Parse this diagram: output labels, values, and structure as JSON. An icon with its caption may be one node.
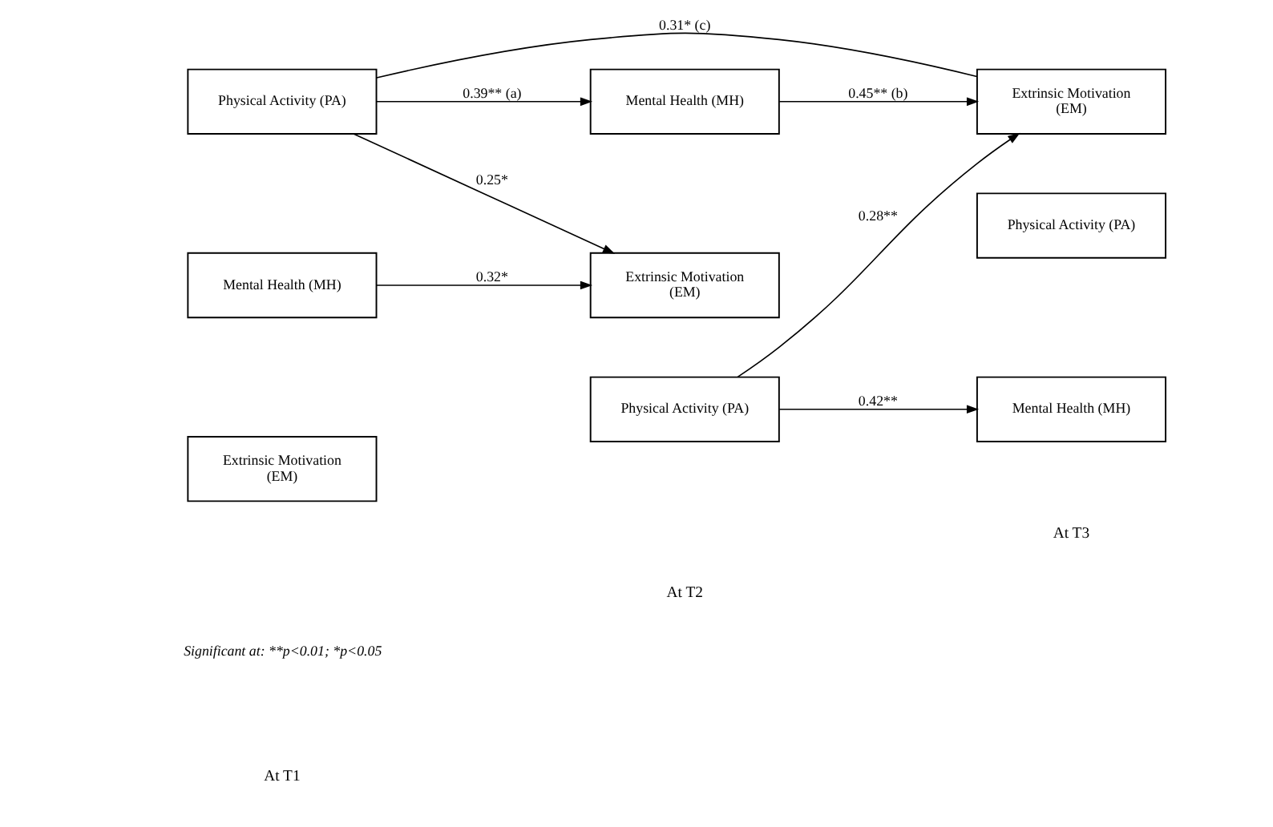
{
  "diagram": {
    "nodes": [
      {
        "text": [
          "Physical Activity (PA)"
        ]
      },
      {
        "text": [
          "Physical Activity (PA)"
        ]
      },
      {
        "text": [
          "Physical Activity (PA)"
        ]
      },
      {
        "text": [
          "Mental Health (MH)"
        ]
      },
      {
        "text": [
          "Mental Health (MH)"
        ]
      },
      {
        "text": [
          "Mental Health (MH)"
        ]
      },
      {
        "text": [
          "Extrinsic Motivation (EM)"
        ]
      },
      {
        "text": [
          "Extrinsic Motivation (EM)"
        ]
      },
      {
        "text": [
          "Extrinsic Motivation (EM)"
        ]
      }
    ],
    "edges": [
      {
        "from": 0,
        "to": 4,
        "arrow": "to",
        "label": "0.39** (a)"
      },
      {
        "from": 0,
        "to": 7,
        "arrow": "to",
        "label": "0.25*"
      },
      {
        "from": 3,
        "to": 7,
        "arrow": "to",
        "label": "0.32*"
      },
      {
        "from": 1,
        "to": 5,
        "arrow": "to",
        "label": "0.42**"
      },
      {
        "from": 1,
        "to": 8,
        "arrow": "to",
        "label": "0.28**"
      },
      {
        "from": 4,
        "to": 8,
        "arrow": "to",
        "label": "0.45** (b)"
      },
      {
        "from": 0,
        "to": 8,
        "arrow": "none",
        "label": "0.31* (c)"
      }
    ],
    "labels": [
      "At T1",
      "At T2",
      "At T3",
      "Significant at: **p<0.01; *p<0.05"
    ]
  }
}
